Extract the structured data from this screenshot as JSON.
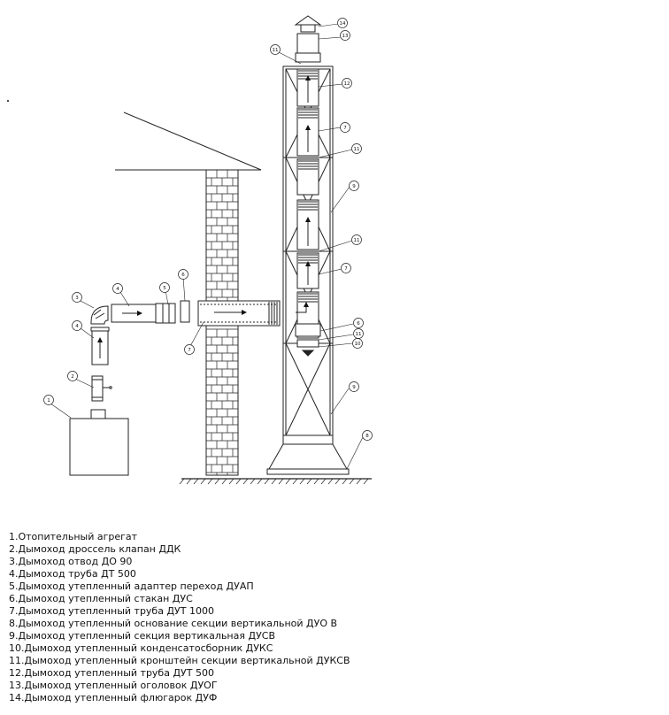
{
  "callouts": [
    {
      "n": "1"
    },
    {
      "n": "2"
    },
    {
      "n": "3"
    },
    {
      "n": "4"
    },
    {
      "n": "4"
    },
    {
      "n": "5"
    },
    {
      "n": "6"
    },
    {
      "n": "7"
    },
    {
      "n": "14"
    },
    {
      "n": "13"
    },
    {
      "n": "11"
    },
    {
      "n": "12"
    },
    {
      "n": "7"
    },
    {
      "n": "11"
    },
    {
      "n": "9"
    },
    {
      "n": "11"
    },
    {
      "n": "7"
    },
    {
      "n": "6"
    },
    {
      "n": "11"
    },
    {
      "n": "10"
    },
    {
      "n": "9"
    },
    {
      "n": "8"
    }
  ],
  "legend": [
    "1.Отопительный агрегат",
    "2.Дымоход дроссель клапан ДДК",
    "3.Дымоход отвод ДО 90",
    "4.Дымоход труба ДТ 500",
    "5.Дымоход утепленный адаптер переход ДУАП",
    "6.Дымоход утепленный стакан ДУС",
    "7.Дымоход утепленный труба ДУТ 1000",
    "8.Дымоход утепленный основание секции вертикальной ДУО В",
    "9.Дымоход утепленный секция вертикальная ДУСВ",
    "10.Дымоход утепленный конденсатосборник ДУКС",
    "11.Дымоход утепленный кронштейн секции вертикальной ДУКСВ",
    "12.Дымоход утепленный труба ДУТ 500",
    "13.Дымоход утепленный оголовок ДУОГ",
    "14.Дымоход утепленный флюгарок ДУФ"
  ]
}
